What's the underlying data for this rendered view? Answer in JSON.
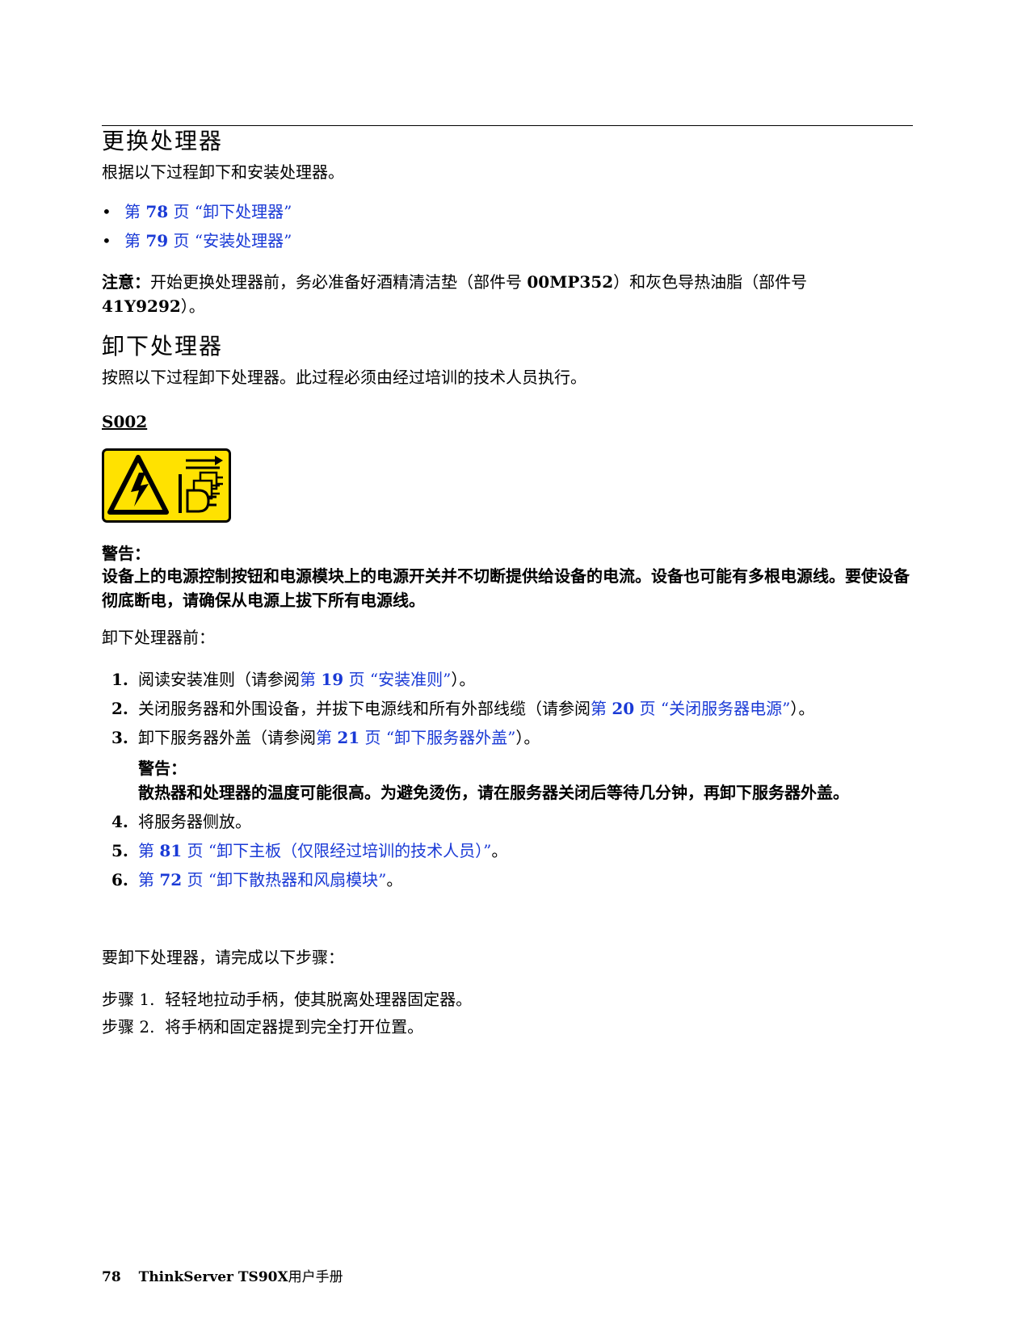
{
  "section1": {
    "title": "更换处理器",
    "intro": "根据以下过程卸下和安装处理器。",
    "refs": [
      {
        "pre": "第 ",
        "num": "78",
        "post": " 页 “卸下处理器”"
      },
      {
        "pre": "第 ",
        "num": "79",
        "post": " 页 “安装处理器”"
      }
    ],
    "note_label": "注意：",
    "note_text_a": "开始更换处理器前，务必准备好酒精清洁垫（部件号 ",
    "note_part1": "00MP352",
    "note_text_b": "）和灰色导热油脂（部件号 ",
    "note_part2": "41Y9292",
    "note_text_c": "）。"
  },
  "section2": {
    "title": "卸下处理器",
    "intro": "按照以下过程卸下处理器。此过程必须由经过培训的技术人员执行。",
    "safety_code": "S002",
    "warning_label": "警告：",
    "warning_text": "设备上的电源控制按钮和电源模块上的电源开关并不切断提供给设备的电流。设备也可能有多根电源线。要使设备彻底断电，请确保从电源上拔下所有电源线。",
    "before_label": "卸下处理器前：",
    "steps": [
      {
        "num": "1.",
        "a": "阅读安装准则（请参阅",
        "link_pre": "第 ",
        "link_num": "19",
        "link_post": " 页 “安装准则”",
        "b": "）。"
      },
      {
        "num": "2.",
        "a": "关闭服务器和外围设备，并拔下电源线和所有外部线缆（请参阅",
        "link_pre": "第 ",
        "link_num": "20",
        "link_post": " 页 “关闭服务器电源”",
        "b": "）。"
      },
      {
        "num": "3.",
        "a": "卸下服务器外盖（请参阅",
        "link_pre": "第 ",
        "link_num": "21",
        "link_post": " 页 “卸下服务器外盖”",
        "b": "）。"
      },
      {
        "num": "4.",
        "a": "将服务器侧放。"
      },
      {
        "num": "5.",
        "link_pre": "第 ",
        "link_num": "81",
        "link_post": " 页 “卸下主板（仅限经过培训的技术人员）”",
        "b": "。"
      },
      {
        "num": "6.",
        "link_pre": "第 ",
        "link_num": "72",
        "link_post": " 页 “卸下散热器和风扇模块”",
        "b": "。"
      }
    ],
    "sub_warning_label": "警告：",
    "sub_warning_text": "散热器和处理器的温度可能很高。为避免烫伤，请在服务器关闭后等待几分钟，再卸下服务器外盖。",
    "procedure_intro": "要卸下处理器，请完成以下步骤：",
    "procedure": [
      {
        "label": "步骤 1.",
        "text": "轻轻地拉动手柄，使其脱离处理器固定器。"
      },
      {
        "label": "步骤 2.",
        "text": "将手柄和固定器提到完全打开位置。"
      }
    ]
  },
  "footer": {
    "page_number": "78",
    "book_title": "ThinkServer TS90X",
    "book_suffix": "用户手册"
  },
  "colors": {
    "link": "#1a3ad6",
    "hazard_yellow": "#ffe200"
  }
}
